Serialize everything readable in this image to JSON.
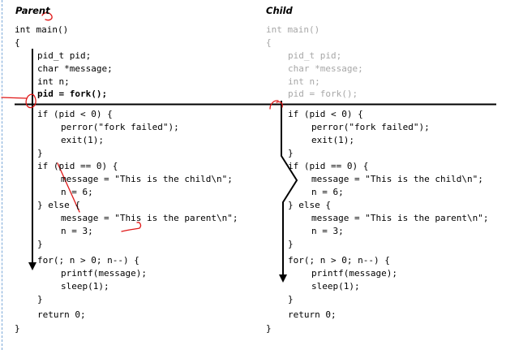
{
  "parent": {
    "title": "Parent",
    "lines": [
      "int main()",
      "{",
      "pid_t pid;",
      "char *message;",
      "int n;",
      "pid = fork();",
      "if (pid < 0) {",
      "perror(\"fork failed\");",
      "exit(1);",
      "}",
      "if (pid == 0) {",
      "message = \"This is the child\\n\";",
      "n = 6;",
      "} else {",
      "message = \"This is the parent\\n\";",
      "n = 3;",
      "}",
      "for(; n > 0; n--) {",
      "printf(message);",
      "sleep(1);",
      "}",
      "return 0;",
      "}"
    ]
  },
  "child": {
    "title": "Child",
    "lines": [
      "int main()",
      "{",
      "pid_t pid;",
      "char *message;",
      "int n;",
      "pid = fork();",
      "if (pid < 0) {",
      "perror(\"fork failed\");",
      "exit(1);",
      "}",
      "if (pid == 0) {",
      "message = \"This is the child\\n\";",
      "n = 6;",
      "} else {",
      "message = \"This is the parent\\n\";",
      "n = 3;",
      "}",
      "for(; n > 0; n--) {",
      "printf(message);",
      "sleep(1);",
      "}",
      "return 0;",
      "}"
    ]
  },
  "colors": {
    "code": "#000000",
    "code_dimmed": "#a7a7a7",
    "flow_arrow": "#000000",
    "annotation": "#e01818",
    "page_edge": "#7aa8d8"
  }
}
